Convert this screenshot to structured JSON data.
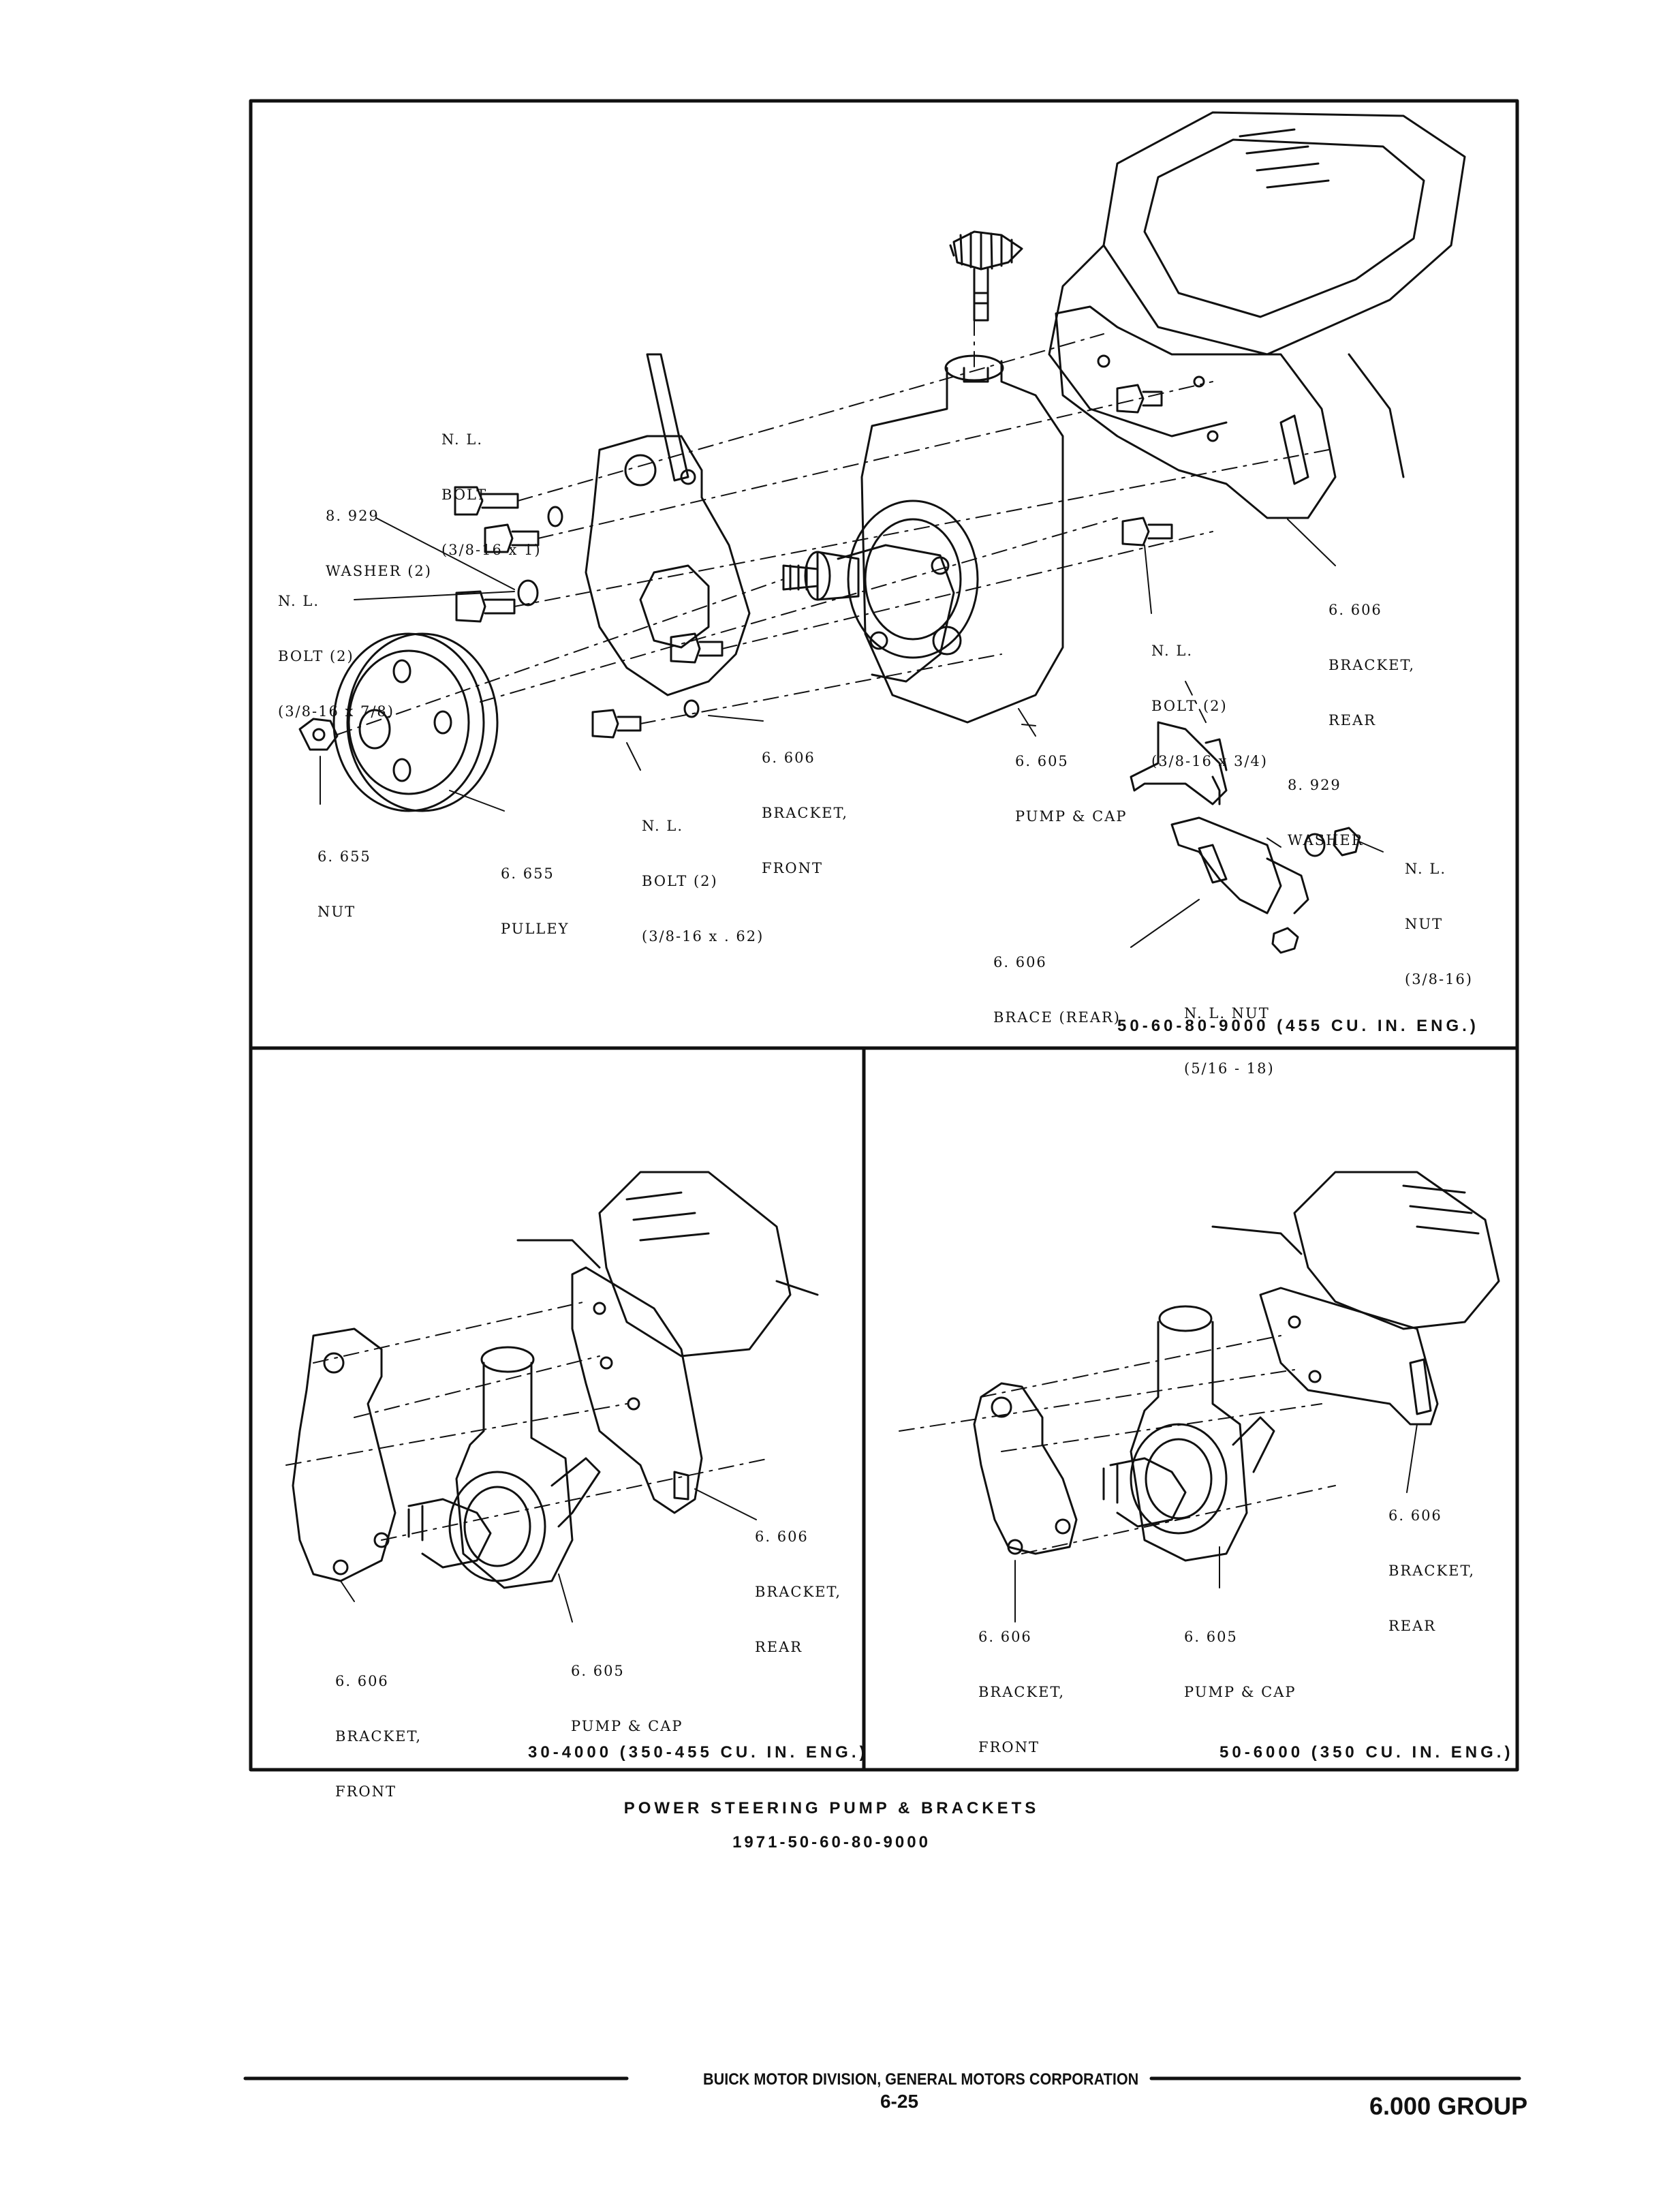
{
  "main_panel": {
    "caption": "50-60-80-9000 (455 CU. IN. ENG.)",
    "labels": {
      "bolt_top": [
        "N. L.",
        "BOLT",
        "(3/8-16 x 1)"
      ],
      "washer_left": [
        "8. 929",
        "WASHER (2)"
      ],
      "bolt_left": [
        "N. L.",
        "BOLT (2)",
        "(3/8-16 x 7/8)"
      ],
      "nut_pulley": [
        "6. 655",
        "NUT"
      ],
      "pulley": [
        "6. 655",
        "PULLEY"
      ],
      "bolt_bottom": [
        "N. L.",
        "BOLT (2)",
        "(3/8-16 x . 62)"
      ],
      "bracket_front": [
        "6. 606",
        "BRACKET,",
        "FRONT"
      ],
      "pump_cap": [
        "6. 605",
        "PUMP & CAP"
      ],
      "bolt_right": [
        "N. L.",
        "BOLT (2)",
        "(3/8-16 x 3/4)"
      ],
      "bracket_rear": [
        "6. 606",
        "BRACKET,",
        "REAR"
      ],
      "washer_right": [
        "8. 929",
        "WASHER"
      ],
      "nut_right": [
        "N. L.",
        "NUT",
        "(3/8-16)"
      ],
      "brace_rear": [
        "6. 606",
        "BRACE (REAR)"
      ],
      "nut_brace": [
        "N. L. NUT",
        "(5/16 - 18)"
      ]
    }
  },
  "left_panel": {
    "caption": "30-4000 (350-455 CU. IN. ENG.)",
    "labels": {
      "bracket_rear": [
        "6. 606",
        "BRACKET,",
        "REAR"
      ],
      "pump_cap": [
        "6. 605",
        "PUMP & CAP"
      ],
      "bracket_front": [
        "6. 606",
        "BRACKET,",
        "FRONT"
      ]
    }
  },
  "right_panel": {
    "caption": "50-6000 (350 CU. IN. ENG.)",
    "labels": {
      "bracket_rear": [
        "6. 606",
        "BRACKET,",
        "REAR"
      ],
      "pump_cap": [
        "6. 605",
        "PUMP & CAP"
      ],
      "bracket_front": [
        "6. 606",
        "BRACKET,",
        "FRONT"
      ]
    }
  },
  "figure_title": "POWER STEERING PUMP & BRACKETS",
  "figure_subtitle": "1971-50-60-80-9000",
  "footer": {
    "division": "BUICK MOTOR DIVISION, GENERAL MOTORS CORPORATION",
    "page_number": "6-25",
    "group": "6.000 GROUP"
  }
}
